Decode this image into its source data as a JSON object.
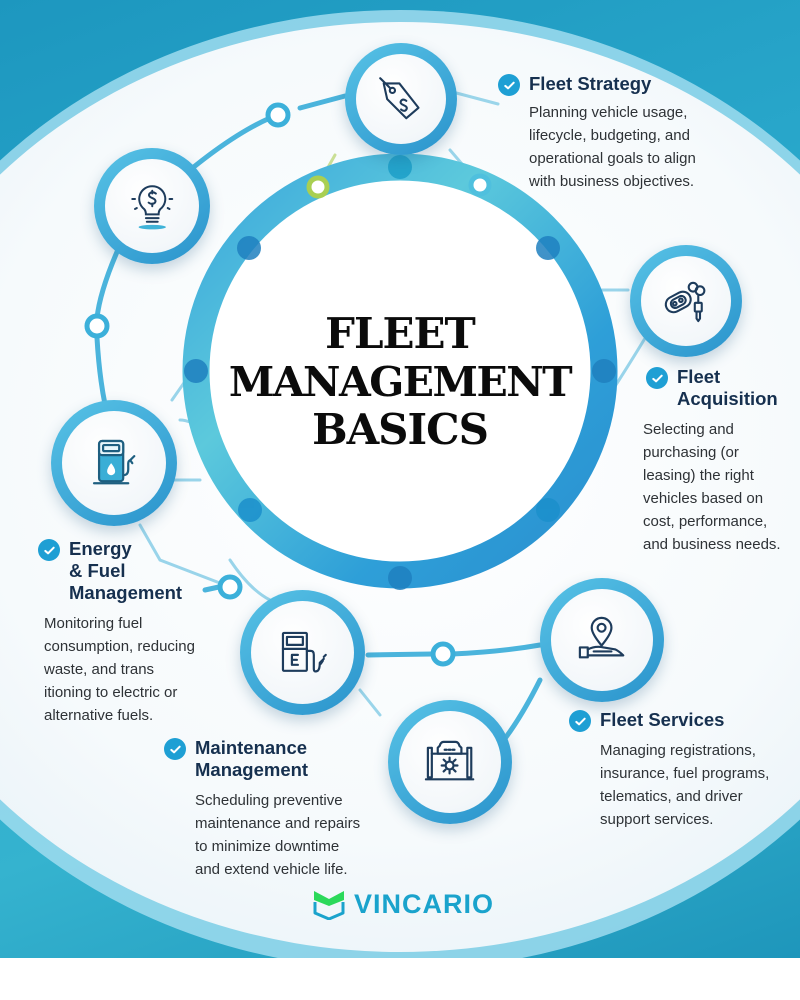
{
  "title": {
    "line1": "FLEET",
    "line2": "MANAGEMENT",
    "line3": "BASICS"
  },
  "items": [
    {
      "title": "Fleet Strategy",
      "description": [
        "Planning vehicle usage,",
        "lifecycle, budgeting, and",
        "operational goals to align",
        "with business objectives."
      ],
      "icon": "price-tag-dollar-icon"
    },
    {
      "title_lines": [
        "Fleet",
        "Acquisition"
      ],
      "description": [
        "Selecting and",
        "purchasing (or",
        "leasing) the right",
        "vehicles based on",
        "cost, performance,",
        "and business needs."
      ],
      "icon": "car-key-fob-icon"
    },
    {
      "title_lines": [
        "Energy",
        "& Fuel",
        "Management"
      ],
      "description": [
        "Monitoring fuel",
        "consumption, reducing",
        "waste, and trans",
        "itioning to electric or",
        "alternative fuels."
      ],
      "icon": "fuel-pump-drop-icon"
    },
    {
      "title_lines": [
        "Maintenance",
        "Management"
      ],
      "description": [
        "Scheduling preventive",
        "maintenance and repairs",
        "to minimize downtime",
        "and extend vehicle life."
      ],
      "icon": "vehicle-lift-gear-icon"
    },
    {
      "title": "Fleet Services",
      "description": [
        "Managing registrations,",
        "insurance, fuel programs,",
        "telematics, and driver",
        "support services."
      ],
      "icon": "location-pin-hand-icon"
    }
  ],
  "extra_icons": {
    "lightbulb": "lightbulb-dollar-icon",
    "fuel_e": "fuel-pump-e-icon"
  },
  "brand": {
    "name": "VINCARIO",
    "color": "#1aa3cc",
    "accent": "#2bd95a"
  },
  "colors": {
    "ring": "#2a9fd6",
    "ring_dot": "#1f7fbd",
    "title_text": "#16304f",
    "check": "#1e9fd4",
    "background": "#2aa9cc"
  }
}
